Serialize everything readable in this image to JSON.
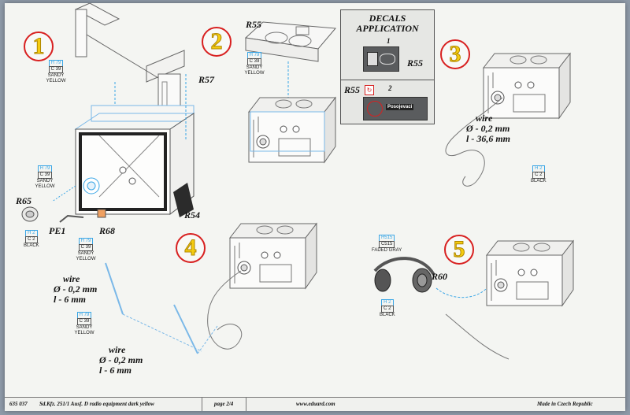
{
  "steps": [
    "1",
    "2",
    "3",
    "4",
    "5"
  ],
  "parts": {
    "r57": "R57",
    "r55_top": "R55",
    "r55_decal": "R55",
    "r55_decal2": "R55",
    "r54": "R54",
    "r65": "R65",
    "pe1": "PE1",
    "r68": "R68",
    "r60": "R60"
  },
  "decals": {
    "title": "DECALS APPLICATION",
    "num1": "1",
    "num2": "2",
    "decal2_text": "Posojevaci"
  },
  "colors": {
    "sandy": {
      "code1": "H 79",
      "code2": "C 39",
      "name": "SANDY YELLOW"
    },
    "black": {
      "code1": "H 2",
      "code2": "C 2",
      "name": "BLACK"
    },
    "faded": {
      "code1": "H515",
      "code2": "C515",
      "name": "FADED GRAY"
    }
  },
  "wire_top": {
    "label": "wire",
    "diameter": "Ø - 0,2 mm",
    "length": "l - 36,6 mm"
  },
  "wire_a": {
    "label": "wire",
    "diameter": "Ø - 0,2 mm",
    "length": "l - 6 mm"
  },
  "wire_b": {
    "label": "wire",
    "diameter": "Ø - 0,2 mm",
    "length": "l - 6 mm"
  },
  "footer": {
    "code": "635 037",
    "title": "Sd.Kfz. 251/1 Ausf. D radio equipment dark yellow",
    "page": "page 2/4",
    "site": "www.eduard.com",
    "made": "Made in Czech Republic"
  },
  "accent": {
    "circle_border": "#d82020",
    "step_number": "#f5cc10",
    "color_box": "#3aa6e6"
  }
}
